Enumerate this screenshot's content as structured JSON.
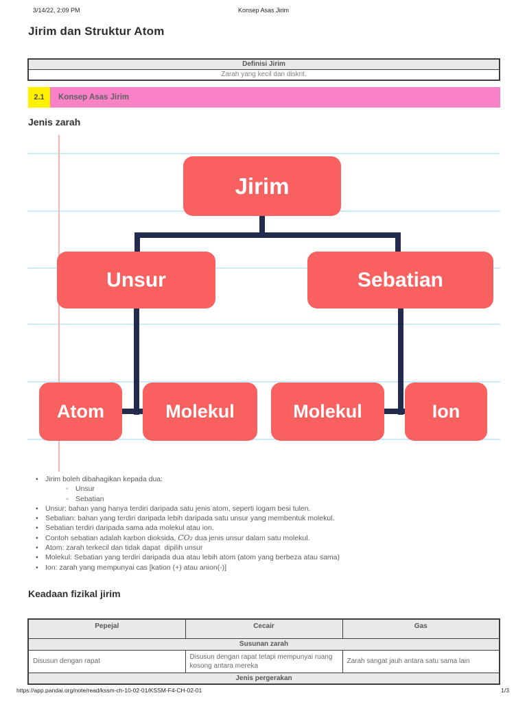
{
  "print_header": {
    "datetime": "3/14/22, 2:09 PM",
    "doc_name": "Konsep Asas Jirim"
  },
  "print_footer": {
    "url": "https://app.pandai.org/note/read/kssm-ch-10-02-01/KSSM-F4-CH-02-01",
    "page_num": "1/3"
  },
  "title": "Jirim dan Struktur Atom",
  "definition_table": {
    "header": "Definisi Jirim",
    "body": "Zarah yang kecil dan diskrit."
  },
  "section_banner": {
    "number": "2.1",
    "label": "Konsep Asas Jirim"
  },
  "headings": {
    "jenis_zarah": "Jenis zarah",
    "keadaan_fizikal": "Keadaan fizikal jirim"
  },
  "diagram": {
    "nodes": {
      "root": "Jirim",
      "left": "Unsur",
      "right": "Sebatian",
      "left_child_1": "Atom",
      "left_child_2": "Molekul",
      "right_child_1": "Molekul",
      "right_child_2": "Ion"
    },
    "colors": {
      "node_fill": "#f96161",
      "connector": "#222b4c",
      "ruled_line": "#cdeaf7",
      "margin_line": "#f9b2b2"
    }
  },
  "bullets": [
    {
      "text": "Jirim boleh dibahagikan kepada dua:",
      "sub": [
        "Unsur",
        "Sebatian"
      ]
    },
    {
      "text": "Unsur: bahan yang hanya terdiri daripada satu jenis atom, seperti logam besi tulen."
    },
    {
      "text": "Sebatian: bahan yang terdiri daripada lebih daripada satu unsur yang membentuk molekul."
    },
    {
      "text": "Sebatian terdiri daripada sama ada molekul atau ion."
    },
    {
      "prefix": "Contoh sebatian adalah karbon dioksida, ",
      "math": "CO₂",
      "suffix": " dua jenis unsur dalam satu molekul."
    },
    {
      "text": "Atom: zarah terkecil dan tidak dapat  dipilih unsur"
    },
    {
      "text": "Molekul: Sebatian yang terdiri daripada dua atau lebih atom (atom yang berbeza atau sama)"
    },
    {
      "text": "Ion: zarah yang mempunyai cas [kation (+) atau anion(-)]"
    }
  ],
  "state_table": {
    "columns": [
      "Pepejal",
      "Cecair",
      "Gas"
    ],
    "row_banner_1": "Susunan zarah",
    "cells": [
      "Disusun dengan rapat",
      "Disusun dengan rapat tetapi mempunyai ruang kosong antara mereka",
      "Zarah sangat jauh antara satu sama lain"
    ],
    "row_banner_2": "Jenis pergerakan"
  },
  "accent_colors": {
    "banner_pink": "#f981c6",
    "banner_yellow": "#fff100",
    "table_header_grey": "#e9e9e9"
  }
}
